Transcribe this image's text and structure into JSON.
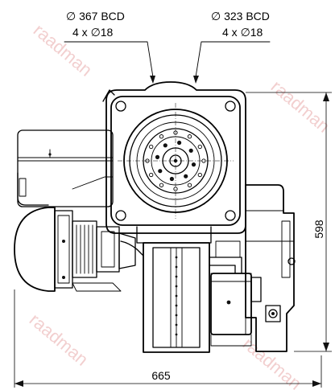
{
  "annotations": {
    "bcd_left_line1": "∅ 367 BCD",
    "bcd_left_line2": "4 x ∅18",
    "bcd_right_line1": "∅ 323 BCD",
    "bcd_right_line2": "4 x ∅18"
  },
  "dimensions": {
    "width": "665",
    "height": "598"
  },
  "watermark": {
    "text": "raadman",
    "color": "#e8a9a9"
  }
}
